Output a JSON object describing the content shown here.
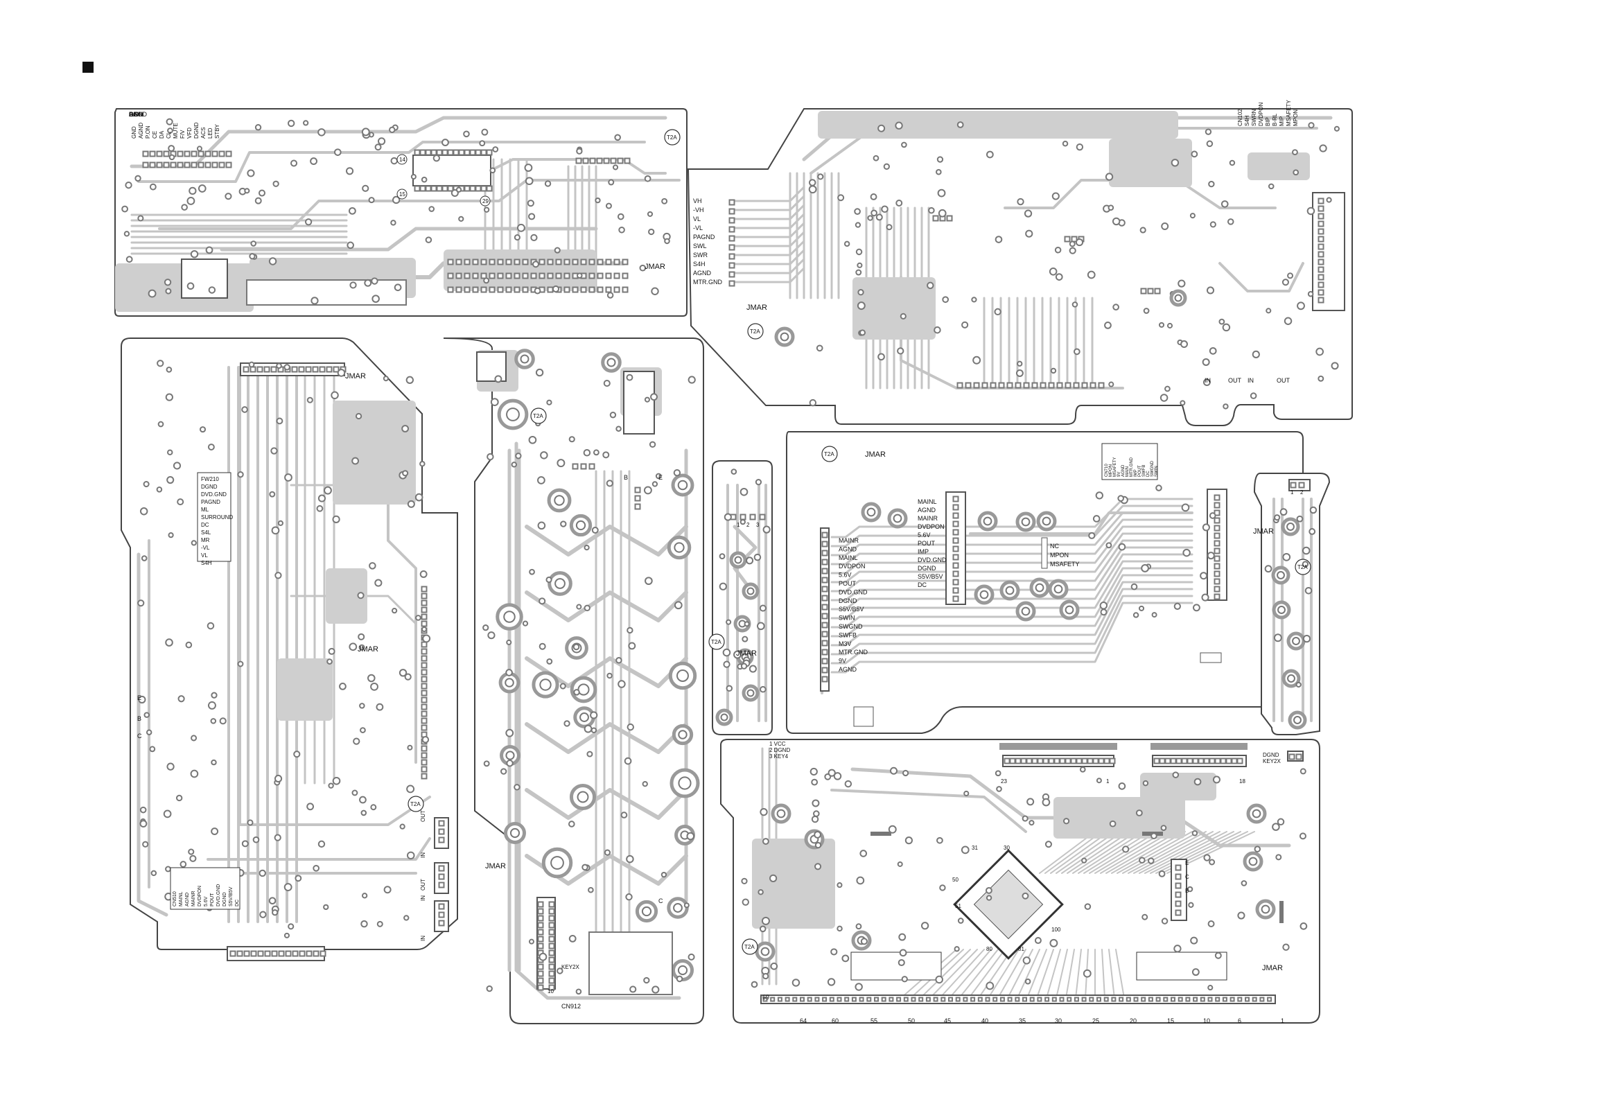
{
  "header": {
    "marker_icon": "filled-square-icon"
  },
  "colors": {
    "board_fill": "#ffffff",
    "board_outline": "#444444",
    "trace": "#c4c4c4",
    "pad": "#8a8a8a",
    "text": "#111111"
  },
  "boards": {
    "top_left": {
      "labels": [
        "T2A",
        "14",
        "15",
        "29"
      ],
      "connector_pins": [
        "GND",
        "AGND",
        "P.ON",
        "CE",
        "DA",
        "CL",
        "MUTE",
        "F/V",
        "VFD",
        "DGND",
        "ACS",
        "LED",
        "STBY"
      ],
      "marks": "JMAR"
    },
    "top_right": {
      "labels": [
        "T2A"
      ],
      "left_pins": [
        "VH",
        "-VH",
        "VL",
        "-VL",
        "PAGND",
        "SWL",
        "SWR",
        "S4H",
        "AGND",
        "MTR.GND"
      ],
      "connector_pins": [
        "CN102",
        "S4H",
        "SWRN",
        "DVDPON",
        "BIP",
        "B-RL",
        "MIP",
        "MSAFETY",
        "MPON"
      ],
      "io_labels": [
        "IN",
        "OUT",
        "IN",
        "OUT"
      ],
      "marks": "JMAR"
    },
    "middle_left": {
      "labels": [
        "T2A",
        "E",
        "B",
        "C"
      ],
      "fw_pins": [
        "FW210",
        "DGND",
        "DVD.GND",
        "PAGND",
        "ML",
        "SURROUND",
        "DC",
        "S4L",
        "MR",
        "-VL",
        "VL",
        "S4H"
      ],
      "cn_pins": [
        "CN510",
        "MAINL",
        "AGND",
        "MAINR",
        "DVDPON",
        "5.6V",
        "POUT",
        "DVD.GND",
        "DGND",
        "S5V/B5V",
        "DC"
      ],
      "io_labels": [
        "OUT",
        "IN",
        "OUT",
        "IN",
        "IN"
      ],
      "marks": "JMAR"
    },
    "center_column": {
      "labels": [
        "T2A",
        "B",
        "E",
        "C",
        "CN912",
        "KEY2X",
        "10"
      ],
      "marks": "JMAR"
    },
    "small_column": {
      "labels": [
        "T2A",
        "1",
        "2",
        "3"
      ],
      "marks": "JMAR"
    },
    "middle_right": {
      "labels": [
        "T2A"
      ],
      "left_pins": [
        "MAINR",
        "AGND",
        "MAINL",
        "DVDPON",
        "5.6V",
        "POUT",
        "DVD.GND",
        "DGND",
        "S5V/B5V",
        "SWIN",
        "SWGND",
        "SWFB",
        "M3V",
        "MTR.GND",
        "9V",
        "AGND"
      ],
      "center_pins": [
        "MAINL",
        "AGND",
        "MAINR",
        "DVDPON",
        "5.6V",
        "POUT",
        "IMP",
        "DVD.GND",
        "DGND",
        "S5V/B5V",
        "DC"
      ],
      "small_pins": [
        "NC",
        "MPON",
        "MSAFETY"
      ],
      "cn_pins": [
        "CN710",
        "MPON",
        "MSAFETY",
        "9V",
        "AGND",
        "MAIN",
        "MTR.GND",
        "IMP",
        "POUT",
        "SWFB",
        "DC",
        "SWGND",
        "SWIN"
      ],
      "marks": "JMAR"
    },
    "right_strip": {
      "labels": [
        "T2A",
        "1",
        "2"
      ],
      "marks": "JMAR"
    },
    "bottom_right": {
      "labels": [
        "T2A",
        "23",
        "1",
        "18",
        "31",
        "30",
        "50",
        "51",
        "80",
        "81",
        "100",
        "E",
        "C",
        "B"
      ],
      "key_pins": [
        "1 VCC",
        "2 DGND",
        "3 KEY4"
      ],
      "key2x": [
        "DGND",
        "KEY2X"
      ],
      "bottom_numbers": [
        "69",
        "64",
        "60",
        "55",
        "50",
        "45",
        "40",
        "35",
        "30",
        "25",
        "20",
        "15",
        "10",
        "6",
        "1"
      ],
      "marks": "JMAR"
    }
  }
}
